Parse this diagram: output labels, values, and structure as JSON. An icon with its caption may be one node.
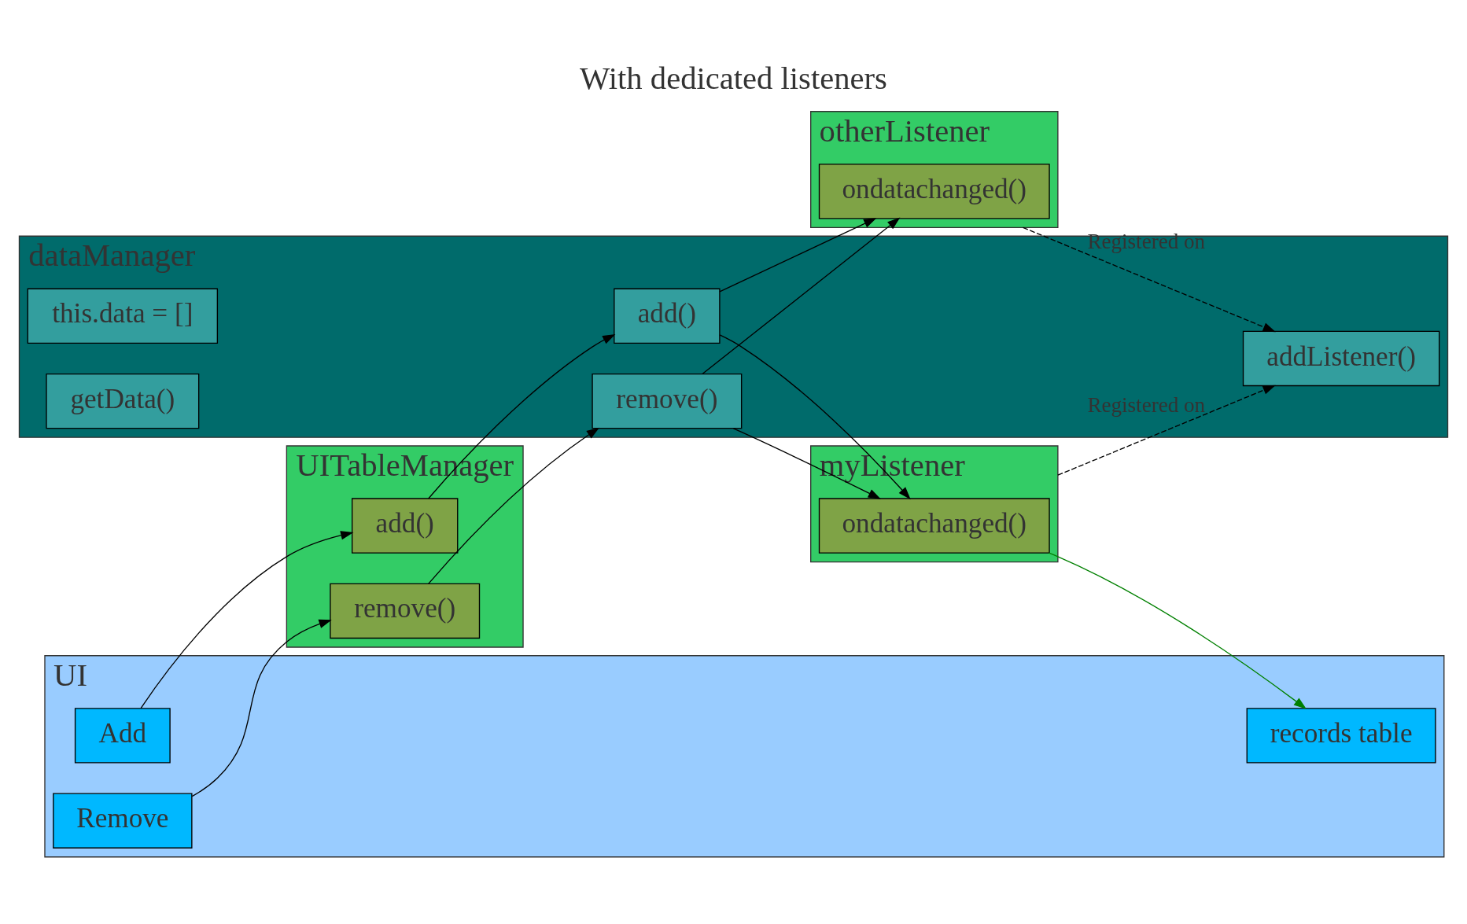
{
  "diagram": {
    "title": "With dedicated listeners",
    "nodes": [
      {
        "text": [
          "UI"
        ]
      },
      {
        "text": [
          "records table"
        ],
        "in": 0
      },
      {
        "text": [
          "Add"
        ],
        "in": 0
      },
      {
        "text": [
          "Remove"
        ],
        "in": 0
      },
      {
        "text": [
          "UITableManager"
        ]
      },
      {
        "text": [
          "remove()"
        ],
        "in": 4
      },
      {
        "text": [
          "add()"
        ],
        "in": 4
      },
      {
        "text": [
          "dataManager"
        ]
      },
      {
        "text": [
          "this.data = []"
        ],
        "in": 7
      },
      {
        "text": [
          "remove()"
        ],
        "in": 7
      },
      {
        "text": [
          "add()"
        ],
        "in": 7
      },
      {
        "text": [
          "getData()"
        ],
        "in": 7
      },
      {
        "text": [
          "addListener()"
        ],
        "in": 7
      },
      {
        "text": [
          "myListener"
        ]
      },
      {
        "text": [
          "ondatachanged()"
        ],
        "in": 13
      },
      {
        "text": [
          "otherListener"
        ]
      },
      {
        "text": [
          "ondatachanged()"
        ],
        "in": 15
      }
    ],
    "edges": [
      {
        "from": 3,
        "to": 5,
        "arrow": "to"
      },
      {
        "from": 2,
        "to": 6,
        "arrow": "to"
      },
      {
        "from": 5,
        "to": 9,
        "arrow": "to"
      },
      {
        "from": 6,
        "to": 10,
        "arrow": "to"
      },
      {
        "from": 14,
        "to": 1,
        "arrow": "to",
        "color": "#008000"
      },
      {
        "from": 9,
        "to": 14,
        "arrow": "to"
      },
      {
        "from": 9,
        "to": 16,
        "arrow": "to"
      },
      {
        "from": 10,
        "to": 14,
        "arrow": "to"
      },
      {
        "from": 10,
        "to": 16,
        "arrow": "to"
      },
      {
        "from": 13,
        "to": 12,
        "arrow": "to",
        "style": "dashed",
        "label": "Registered on"
      },
      {
        "from": 15,
        "to": 12,
        "arrow": "to",
        "style": "dashed",
        "label": "Registered on"
      }
    ]
  }
}
